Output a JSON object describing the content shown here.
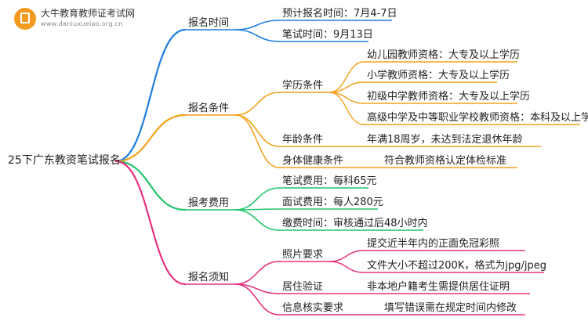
{
  "logo": {
    "title": "大牛教育教师证考试网",
    "url": "www.daniuxueiao.org.cn"
  },
  "colors": {
    "blue": "#1f7fe0",
    "orange": "#f3a21a",
    "green": "#22c46a",
    "pink": "#e8307e"
  },
  "mindmap": {
    "root": "25下广东教资笔试报名",
    "branches": [
      {
        "label": "报名时间",
        "color": "blue",
        "children": [
          {
            "label": "预计报名时间：7月4-7日"
          },
          {
            "label": "笔试时间：9月13日"
          }
        ]
      },
      {
        "label": "报名条件",
        "color": "orange",
        "children": [
          {
            "label": "学历条件",
            "children": [
              "幼儿园教师资格：大专及以上学历",
              "小学教师资格：大专及以上学历",
              "初级中学教师资格：大专及以上学历",
              "高级中学及中等职业学校教师资格：本科及以上学历"
            ]
          },
          {
            "label": "年龄条件",
            "children": [
              "年满18周岁，未达到法定退休年龄"
            ]
          },
          {
            "label": "身体健康条件",
            "children": [
              "符合教师资格认定体检标准"
            ]
          }
        ]
      },
      {
        "label": "报考费用",
        "color": "green",
        "children": [
          {
            "label": "笔试费用：每科65元"
          },
          {
            "label": "面试费用：每人280元"
          },
          {
            "label": "缴费时间：审核通过后48小时内"
          }
        ]
      },
      {
        "label": "报名须知",
        "color": "pink",
        "children": [
          {
            "label": "照片要求",
            "children": [
              "提交近半年内的正面免冠彩照",
              "文件大小不超过200K，格式为jpg/jpeg"
            ]
          },
          {
            "label": "居住验证",
            "children": [
              "非本地户籍考生需提供居住证明"
            ]
          },
          {
            "label": "信息核实要求",
            "children": [
              "填写错误需在规定时间内修改"
            ]
          }
        ]
      }
    ]
  }
}
